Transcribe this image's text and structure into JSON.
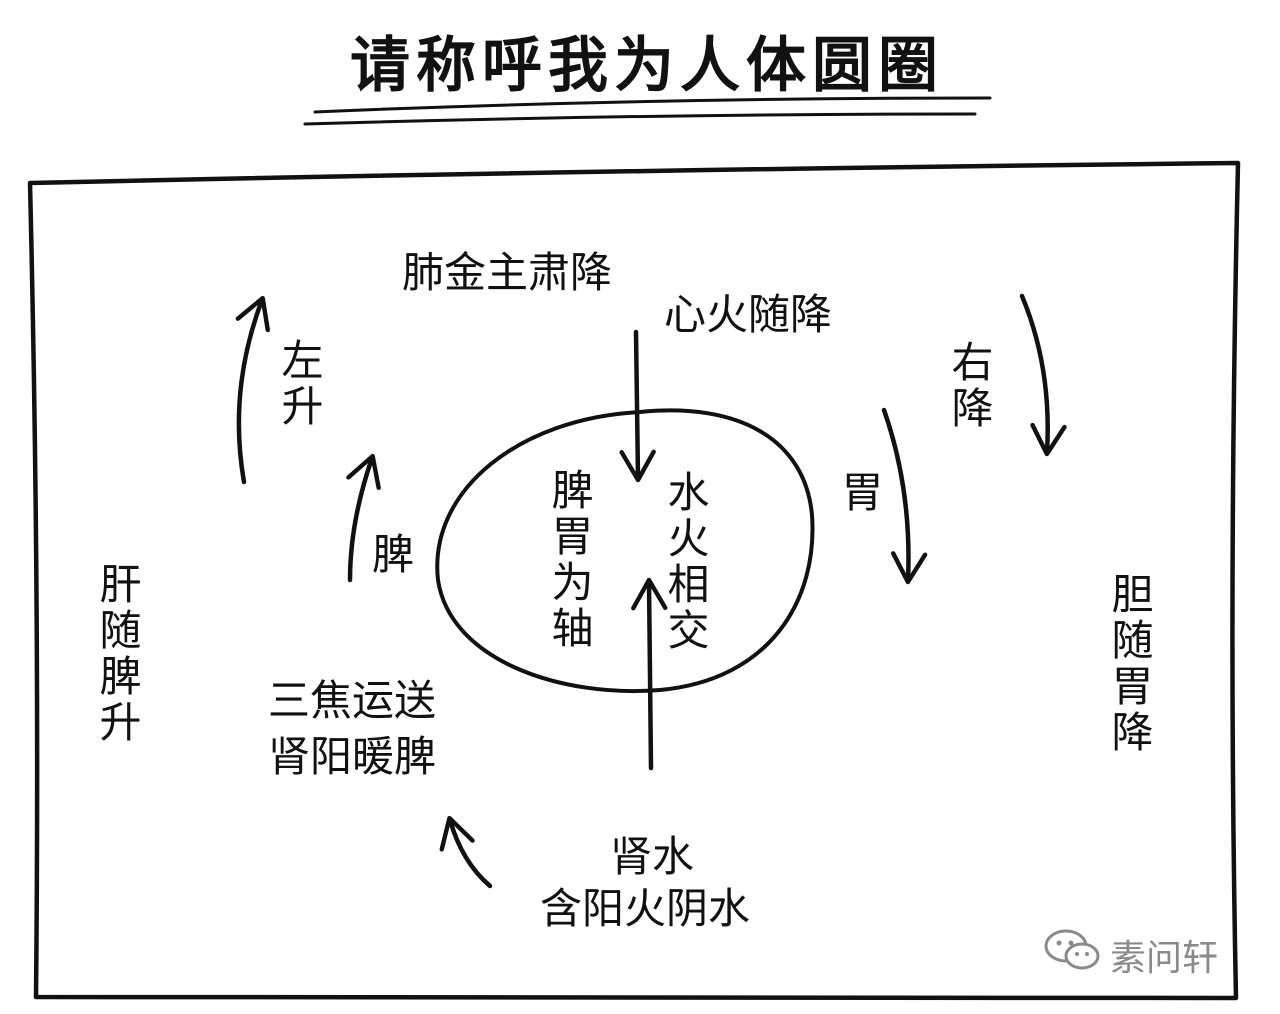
{
  "title": "请称呼我为人体圆圈",
  "labels": {
    "lung": "肺金主肃降",
    "heart": "心火随降",
    "left_rise": "左升",
    "right_descend": "右降",
    "spleen": "脾",
    "stomach": "胃",
    "axis": "脾胃为轴",
    "water_fire": "水火相交",
    "liver": "肝随脾升",
    "gallbladder": "胆随胃降",
    "sanjiao": "三焦运送",
    "kidney_yang": "肾阳暖脾",
    "kidney_water": "肾水",
    "yang_fire": "含阳火阴水"
  },
  "watermark": {
    "icon": "wechat-icon",
    "text": "素问轩"
  },
  "colors": {
    "ink": "#111111",
    "watermark": "#8a8a8a"
  }
}
